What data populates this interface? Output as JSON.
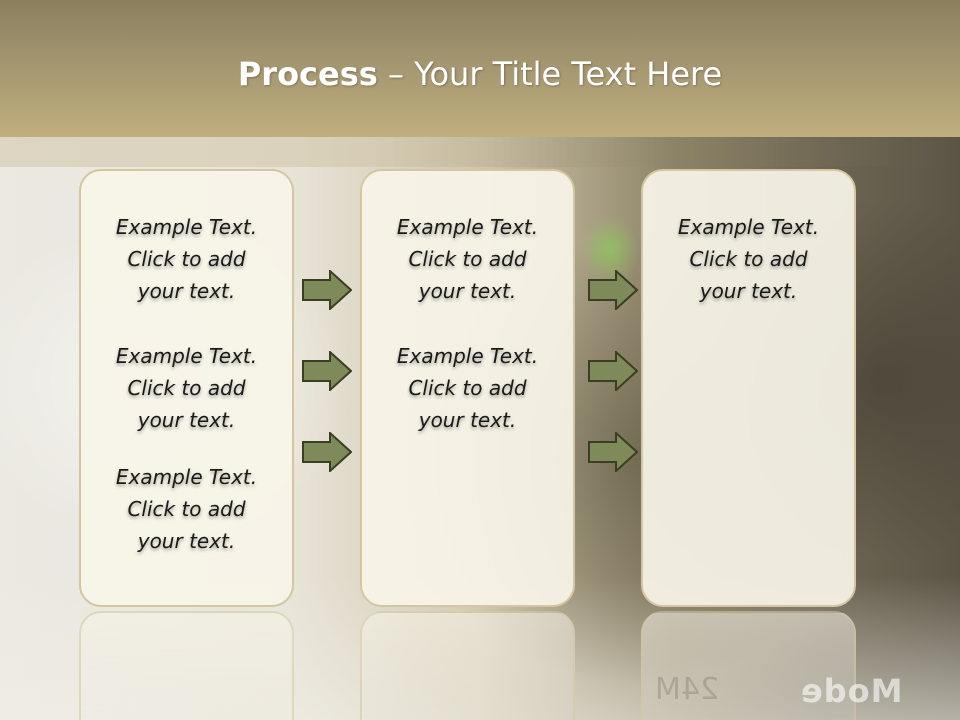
{
  "slide": {
    "title_bold": "Process",
    "title_rest": " – Your Title Text Here"
  },
  "columns": [
    {
      "items": [
        [
          "Example Text.",
          "Click  to add",
          "your text."
        ],
        [
          "Example Text.",
          "Click  to add",
          "your text."
        ],
        [
          "Example Text.",
          "Click  to add",
          "your text."
        ]
      ]
    },
    {
      "items": [
        [
          "Example Text.",
          "Click  to add",
          "your text."
        ],
        [
          "Example Text.",
          "Click  to add",
          "your text."
        ]
      ]
    },
    {
      "items": [
        [
          "Example Text.",
          "Click  to add",
          "your text."
        ]
      ]
    }
  ],
  "background": {
    "reflected_label": "Mode",
    "reflected_number": "24M"
  },
  "colors": {
    "header": "#a89a72",
    "panel_fill": "#f7f4e8",
    "panel_border": "#d2c79f",
    "arrow_fill": "#7f8a5a",
    "arrow_stroke": "#3b3f22"
  }
}
